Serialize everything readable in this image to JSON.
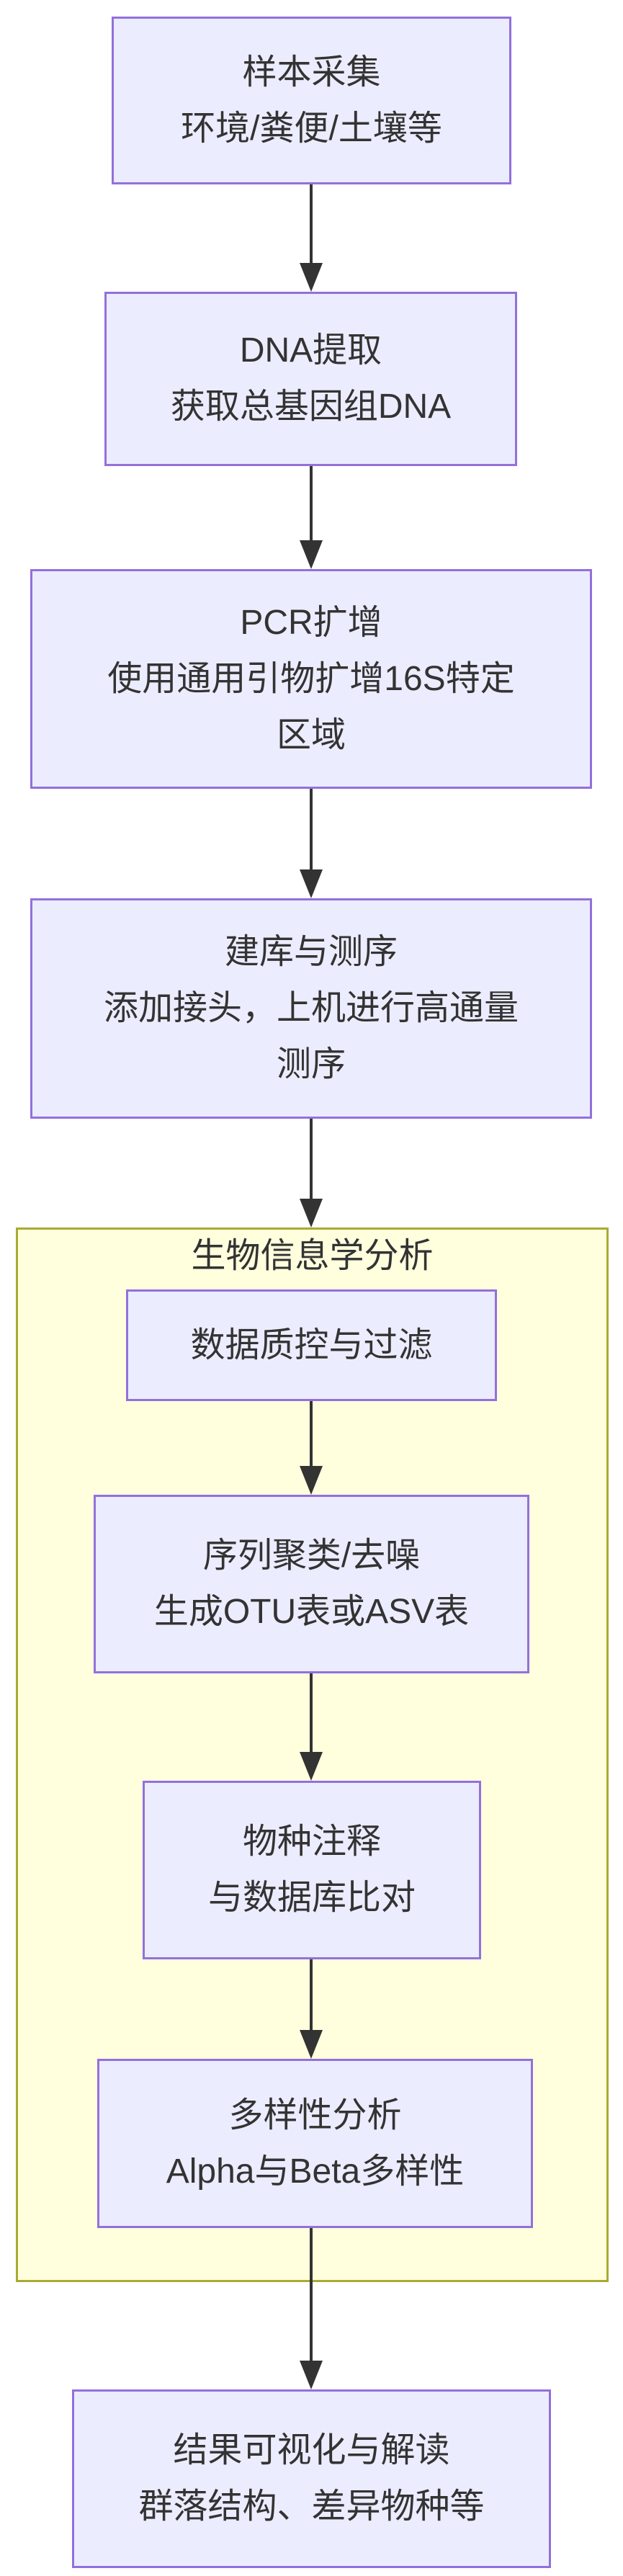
{
  "diagram_type": "flowchart-top-down",
  "colors": {
    "node_fill": "#ECECFF",
    "node_border": "#9370DB",
    "subgraph_fill": "#FFFFDE",
    "subgraph_border": "#AAAA33",
    "arrow_color": "#333333",
    "text_color": "#333333",
    "page_bg": "#FFFFFF"
  },
  "nodes": {
    "sample": {
      "lines": [
        "样本采集",
        "环境/粪便/土壤等"
      ]
    },
    "dna": {
      "lines": [
        "DNA提取",
        "获取总基因组DNA"
      ]
    },
    "pcr": {
      "lines": [
        "PCR扩增",
        "使用通用引物扩增16S特定",
        "区域"
      ]
    },
    "library": {
      "lines": [
        "建库与测序",
        "添加接头，上机进行高通量",
        "测序"
      ]
    },
    "qc": {
      "lines": [
        "数据质控与过滤"
      ]
    },
    "cluster": {
      "lines": [
        "序列聚类/去噪",
        "生成OTU表或ASV表"
      ]
    },
    "annotation": {
      "lines": [
        "物种注释",
        "与数据库比对"
      ]
    },
    "diversity": {
      "lines": [
        "多样性分析",
        "Alpha与Beta多样性"
      ]
    },
    "result": {
      "lines": [
        "结果可视化与解读",
        "群落结构、差异物种等"
      ]
    }
  },
  "subgraph": {
    "title": "生物信息学分析",
    "children": [
      "qc",
      "cluster",
      "annotation",
      "diversity"
    ]
  },
  "edges": [
    {
      "from": "sample",
      "to": "dna"
    },
    {
      "from": "dna",
      "to": "pcr"
    },
    {
      "from": "pcr",
      "to": "library"
    },
    {
      "from": "library",
      "to": "bioinformatics-subgraph"
    },
    {
      "from": "qc",
      "to": "cluster"
    },
    {
      "from": "cluster",
      "to": "annotation"
    },
    {
      "from": "annotation",
      "to": "diversity"
    },
    {
      "from": "diversity",
      "to": "result"
    }
  ]
}
